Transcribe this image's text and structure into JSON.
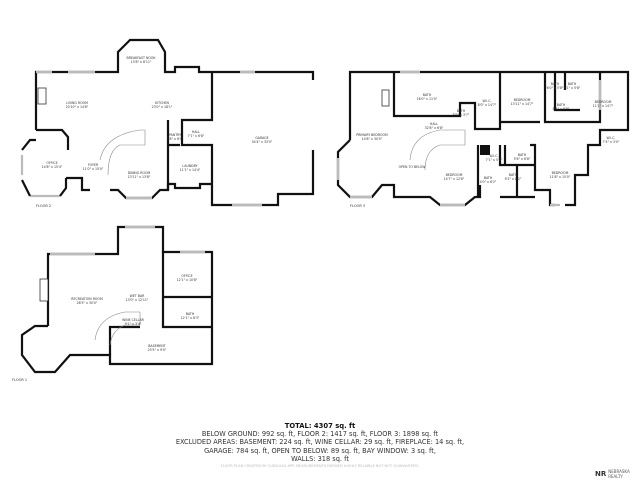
{
  "floors": [
    {
      "label": "FLOOR 2",
      "rooms": [
        {
          "name": "BREAKFAST NOOK",
          "dims": "13'8\" x 8'11\""
        },
        {
          "name": "LIVING ROOM",
          "dims": "20'10\" x 14'8\""
        },
        {
          "name": "KITCHEN",
          "dims": "23'0\" x 18'1\""
        },
        {
          "name": "PANTRY",
          "dims": "3'8\" x 6'0\""
        },
        {
          "name": "HALL",
          "dims": "7'1\" x 6'8\""
        },
        {
          "name": "GARAGE",
          "dims": "34'4\" x 33'0\""
        },
        {
          "name": "OFFICE",
          "dims": "14'8\" x 15'4\""
        },
        {
          "name": "FOYER",
          "dims": "11'0\" x 15'0\""
        },
        {
          "name": "DINING ROOM",
          "dims": "13'11\" x 13'8\""
        },
        {
          "name": "LAUNDRY",
          "dims": "11'1\" x 14'4\""
        }
      ]
    },
    {
      "label": "FLOOR 3",
      "rooms": [
        {
          "name": "BATH",
          "dims": "16'0\" x 11'0\""
        },
        {
          "name": "W.I.C.",
          "dims": "8'0\" x 14'7\""
        },
        {
          "name": "BEDROOM",
          "dims": "13'11\" x 14'7\""
        },
        {
          "name": "BATH",
          "dims": "6'0\" x 5'8\""
        },
        {
          "name": "BATH",
          "dims": "6'1\" x 5'8\""
        },
        {
          "name": "BEDROOM",
          "dims": "11'1\" x 14'7\""
        },
        {
          "name": "BATH",
          "dims": "5'9\" x 3'7\""
        },
        {
          "name": "BATH",
          "dims": "8'6\" x 6'9\""
        },
        {
          "name": "PRIMARY BEDROOM",
          "dims": "14'8\" x 30'0\""
        },
        {
          "name": "HALL",
          "dims": "32'8\" x 6'8\""
        },
        {
          "name": "W.I.C.",
          "dims": "7'4\" x 3'0\""
        },
        {
          "name": "W.I.C.",
          "dims": "7'1\" x 5'8\""
        },
        {
          "name": "BATH",
          "dims": "5'6\" x 6'8\""
        },
        {
          "name": "OPEN TO BELOW",
          "dims": ""
        },
        {
          "name": "BEDROOM",
          "dims": "14'7\" x 12'8\""
        },
        {
          "name": "BATH",
          "dims": "4'0\" x 6'2\""
        },
        {
          "name": "BATH",
          "dims": "9'2\" x 8'2\""
        },
        {
          "name": "BEDROOM",
          "dims": "11'8\" x 15'0\""
        }
      ]
    },
    {
      "label": "FLOOR 1",
      "rooms": [
        {
          "name": "OFFICE",
          "dims": "12'1\" x 10'8\""
        },
        {
          "name": "RECREATION ROOM",
          "dims": "28'5\" x 30'0\""
        },
        {
          "name": "WET BAR",
          "dims": "13'0\" x 12'11\""
        },
        {
          "name": "BATH",
          "dims": "12'1\" x 8'3\""
        },
        {
          "name": "WINE CELLAR",
          "dims": "9'1\" x 3'4\""
        },
        {
          "name": "BASEMENT",
          "dims": "25'5\" x 9'0\""
        }
      ]
    }
  ],
  "summary": {
    "total": "TOTAL: 4307 sq. ft",
    "lines": [
      "BELOW GROUND: 992 sq. ft, FLOOR 2: 1417 sq. ft, FLOOR 3: 1898 sq. ft",
      "EXCLUDED AREAS: BASEMENT: 224 sq. ft, WINE CELLAR: 29 sq. ft, FIREPLACE: 14 sq. ft,",
      "GARAGE: 784 sq. ft, OPEN TO BELOW: 89 sq. ft, BAY WINDOW: 3 sq. ft,",
      "WALLS: 318 sq. ft"
    ],
    "disclaimer": "FLOOR PLAN CREATED BY CUBICASA APP. MEASUREMENTS DEEMED HIGHLY RELIABLE BUT NOT GUARANTEED."
  },
  "logo": {
    "mark": "NR",
    "text": "NEBRASKA REALTY"
  },
  "colors": {
    "wall": "#111111",
    "window": "#bbbbbb",
    "text": "#333333"
  }
}
